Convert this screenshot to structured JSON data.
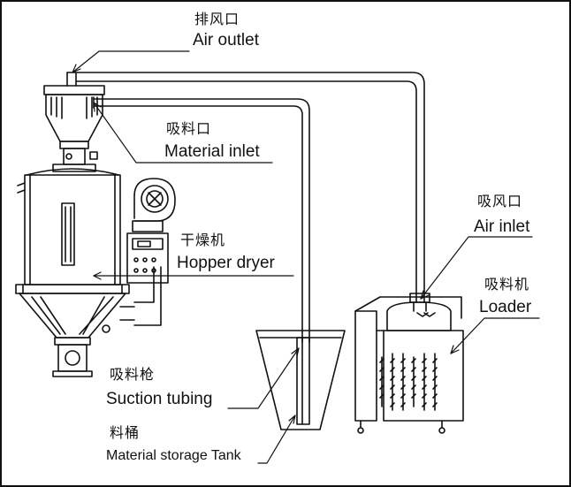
{
  "labels": {
    "air_outlet": {
      "zh": "排风口",
      "en": "Air outlet"
    },
    "material_inlet": {
      "zh": "吸料口",
      "en": "Material inlet"
    },
    "air_inlet": {
      "zh": "吸风口",
      "en": "Air inlet"
    },
    "hopper_dryer": {
      "zh": "干燥机",
      "en": "Hopper dryer"
    },
    "loader": {
      "zh": "吸料机",
      "en": "Loader"
    },
    "suction_tubing": {
      "zh": "吸料枪",
      "en": "Suction tubing"
    },
    "storage_tank": {
      "zh": "料桶",
      "en": "Material storage Tank"
    }
  },
  "colors": {
    "line": "#111111",
    "background": "#ffffff"
  }
}
